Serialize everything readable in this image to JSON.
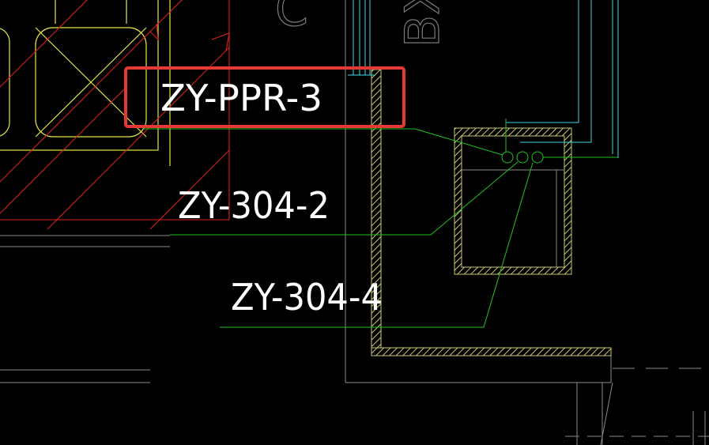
{
  "labels": {
    "pipe_ppr": "ZY-PPR-3",
    "pipe_304_2": "ZY-304-2",
    "pipe_304_4": "ZY-304-4",
    "fragment_top": "BX",
    "fragment_c": "C"
  },
  "colors": {
    "background": "#000000",
    "highlight": "#e53935",
    "leader": "#21c421",
    "red_line": "#d9211d",
    "yellow": "#e6e64a",
    "cyan": "#3fd9e6",
    "hatch": "#c8c870",
    "grey": "#8a8a8a",
    "text": "#ffffff"
  }
}
